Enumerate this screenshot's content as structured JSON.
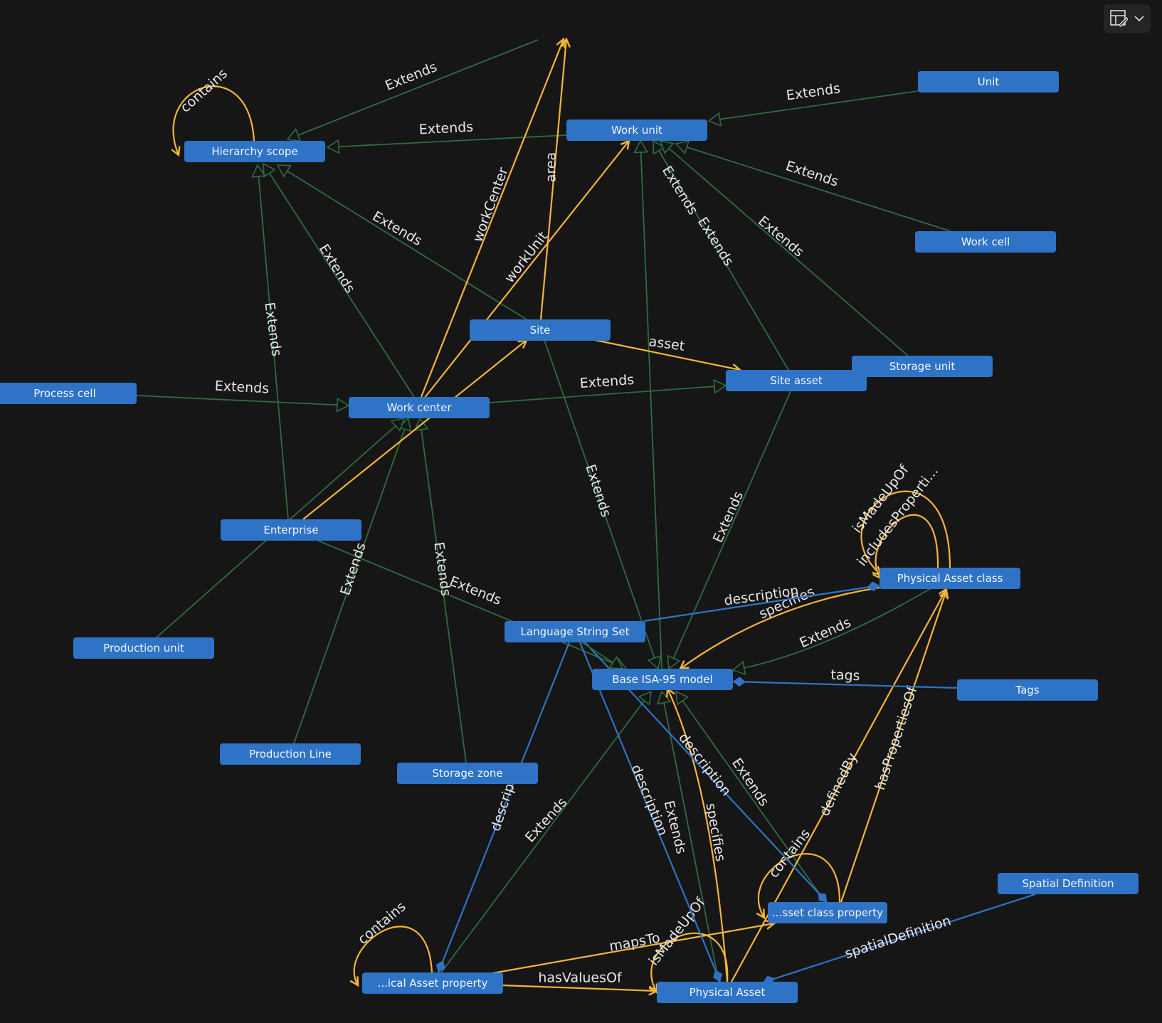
{
  "colors": {
    "background": "#161616",
    "node": "#2f73c6",
    "node_text": "#f1f5fb",
    "extends_edge": "#2f6b3e",
    "reference_edge": "#f6b43a",
    "property_edge": "#2f73c6",
    "label": "#e6e6e6"
  },
  "toolbar": {
    "layout_icon": "layout-icon",
    "dropdown_icon": "chevron-down-icon"
  },
  "nodes": [
    {
      "id": "unit",
      "label": "Unit"
    },
    {
      "id": "hierarchy_scope",
      "label": "Hierarchy scope"
    },
    {
      "id": "work_unit",
      "label": "Work unit"
    },
    {
      "id": "work_cell",
      "label": "Work cell"
    },
    {
      "id": "site",
      "label": "Site"
    },
    {
      "id": "storage_unit",
      "label": "Storage unit"
    },
    {
      "id": "site_asset",
      "label": "Site asset"
    },
    {
      "id": "process_cell",
      "label": "Process cell"
    },
    {
      "id": "work_center",
      "label": "Work center"
    },
    {
      "id": "enterprise",
      "label": "Enterprise"
    },
    {
      "id": "physical_asset_class",
      "label": "Physical Asset class"
    },
    {
      "id": "production_unit",
      "label": "Production unit"
    },
    {
      "id": "language_string_set",
      "label": "Language String Set"
    },
    {
      "id": "base_isa95",
      "label": "Base ISA-95 model"
    },
    {
      "id": "tags",
      "label": "Tags"
    },
    {
      "id": "production_line",
      "label": "Production Line"
    },
    {
      "id": "storage_zone",
      "label": "Storage zone"
    },
    {
      "id": "spatial_definition",
      "label": "Spatial Definition"
    },
    {
      "id": "asset_class_property",
      "label": "...sset class property"
    },
    {
      "id": "physical_asset_property",
      "label": "...ical Asset property"
    },
    {
      "id": "physical_asset",
      "label": "Physical Asset"
    }
  ],
  "edges": [
    {
      "from": "offscreen_top",
      "to": "hierarchy_scope",
      "kind": "extends",
      "label": "Extends"
    },
    {
      "from": "work_unit",
      "to": "hierarchy_scope",
      "kind": "extends",
      "label": "Extends"
    },
    {
      "from": "unit",
      "to": "work_unit",
      "kind": "extends",
      "label": "Extends"
    },
    {
      "from": "work_cell",
      "to": "work_unit",
      "kind": "extends",
      "label": "Extends"
    },
    {
      "from": "site_asset",
      "to": "work_unit",
      "kind": "extends",
      "label": "Extends"
    },
    {
      "from": "base_isa95",
      "to": "work_unit",
      "kind": "extends",
      "label": "Extends"
    },
    {
      "from": "storage_unit",
      "to": "work_unit",
      "kind": "extends",
      "label": "Extends"
    },
    {
      "from": "site",
      "to": "hierarchy_scope",
      "kind": "extends",
      "label": "Extends"
    },
    {
      "from": "work_center",
      "to": "hierarchy_scope",
      "kind": "extends",
      "label": "Extends"
    },
    {
      "from": "enterprise",
      "to": "hierarchy_scope",
      "kind": "extends",
      "label": "Extends"
    },
    {
      "from": "process_cell",
      "to": "work_center",
      "kind": "extends",
      "label": "Extends"
    },
    {
      "from": "work_center",
      "to": "site_asset",
      "kind": "extends",
      "label": "Extends"
    },
    {
      "from": "site",
      "to": "base_isa95",
      "kind": "extends",
      "label": "Extends"
    },
    {
      "from": "site_asset",
      "to": "base_isa95",
      "kind": "extends",
      "label": "Extends"
    },
    {
      "from": "enterprise",
      "to": "base_isa95",
      "kind": "extends",
      "label": "Extends"
    },
    {
      "from": "production_line",
      "to": "work_center",
      "kind": "extends",
      "label": "Extends"
    },
    {
      "from": "storage_zone",
      "to": "work_center",
      "kind": "extends",
      "label": "Extends"
    },
    {
      "from": "production_unit",
      "to": "work_center",
      "kind": "extends",
      "label": ""
    },
    {
      "from": "physical_asset_class",
      "to": "base_isa95",
      "kind": "extends",
      "label": "Extends"
    },
    {
      "from": "physical_asset_property",
      "to": "base_isa95",
      "kind": "extends",
      "label": "Extends"
    },
    {
      "from": "physical_asset",
      "to": "base_isa95",
      "kind": "extends",
      "label": "Extends"
    },
    {
      "from": "asset_class_property",
      "to": "base_isa95",
      "kind": "extends",
      "label": "Extends"
    },
    {
      "from": "work_center",
      "to": "offscreen_top",
      "kind": "reference",
      "label": "workCenter"
    },
    {
      "from": "site",
      "to": "offscreen_top",
      "kind": "reference",
      "label": "area"
    },
    {
      "from": "work_center",
      "to": "work_unit",
      "kind": "reference",
      "label": "workUnit"
    },
    {
      "from": "site",
      "to": "site_asset",
      "kind": "reference",
      "label": "asset"
    },
    {
      "from": "enterprise",
      "to": "site",
      "kind": "reference",
      "label": ""
    },
    {
      "from": "hierarchy_scope",
      "to": "hierarchy_scope",
      "kind": "reference",
      "label": "contains"
    },
    {
      "from": "physical_asset_class",
      "to": "physical_asset_class",
      "kind": "reference",
      "label": "isMadeUpOf"
    },
    {
      "from": "physical_asset_class",
      "to": "physical_asset_class",
      "kind": "reference",
      "label": "includesProperti..."
    },
    {
      "from": "physical_asset_class",
      "to": "base_isa95",
      "kind": "reference",
      "label": "specifies"
    },
    {
      "from": "physical_asset",
      "to": "physical_asset_class",
      "kind": "reference",
      "label": "definedBy"
    },
    {
      "from": "asset_class_property",
      "to": "physical_asset_class",
      "kind": "reference",
      "label": "hasPropertiesOf"
    },
    {
      "from": "physical_asset",
      "to": "base_isa95",
      "kind": "reference",
      "label": "specifies"
    },
    {
      "from": "asset_class_property",
      "to": "asset_class_property",
      "kind": "reference",
      "label": "contains"
    },
    {
      "from": "physical_asset_property",
      "to": "physical_asset_property",
      "kind": "reference",
      "label": "contains"
    },
    {
      "from": "physical_asset_property",
      "to": "asset_class_property",
      "kind": "reference",
      "label": "mapsTo"
    },
    {
      "from": "physical_asset",
      "to": "physical_asset",
      "kind": "reference",
      "label": "isMadeUpOf"
    },
    {
      "from": "physical_asset_property",
      "to": "physical_asset",
      "kind": "reference",
      "label": "hasValuesOf"
    },
    {
      "from": "language_string_set",
      "to": "physical_asset_class",
      "kind": "property",
      "label": "description"
    },
    {
      "from": "tags",
      "to": "base_isa95",
      "kind": "property",
      "label": "tags"
    },
    {
      "from": "language_string_set",
      "to": "physical_asset_property",
      "kind": "property",
      "label": "descrip"
    },
    {
      "from": "language_string_set",
      "to": "physical_asset",
      "kind": "property",
      "label": "description"
    },
    {
      "from": "language_string_set",
      "to": "asset_class_property",
      "kind": "property",
      "label": "description"
    },
    {
      "from": "spatial_definition",
      "to": "physical_asset",
      "kind": "property",
      "label": "spatialDefinition"
    },
    {
      "from": "language_string_set",
      "to": "base_isa95",
      "kind": "extends",
      "label": ""
    }
  ]
}
